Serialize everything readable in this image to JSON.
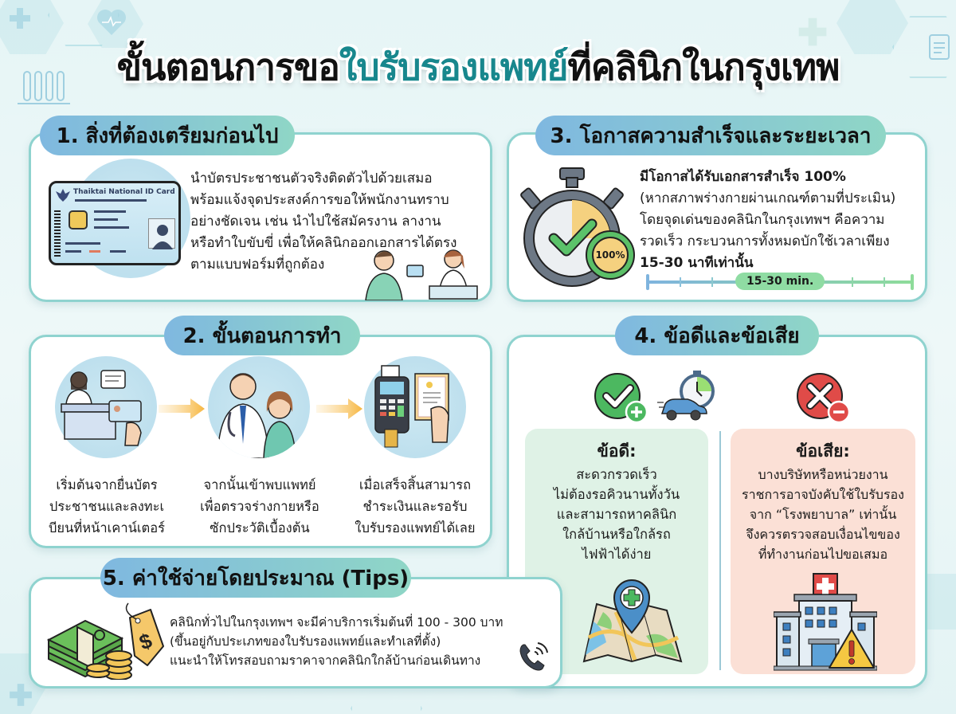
{
  "header": {
    "title_part1": "ขั้นตอนการขอ",
    "title_accent": "ใบรับรองแพทย์",
    "title_part2": "ที่คลินิกในกรุงเทพ"
  },
  "sections": {
    "prepare": {
      "heading": "1. สิ่งที่ต้องเตรียมก่อนไป",
      "card_label": "Thaiktai National ID Card",
      "lines": [
        "นำบัตรประชาชนตัวจริงติดตัวไปด้วยเสมอ",
        "พร้อมแจ้งจุดประสงค์การขอให้พนักงานทราบ",
        "อย่างชัดเจน เช่น นำไปใช้สมัครงาน ลางาน",
        "หรือทำใบขับขี่ เพื่อให้คลินิกออกเอกสารได้ตรง",
        "ตามแบบฟอร์มที่ถูกต้อง"
      ]
    },
    "steps": {
      "heading": "2. ขั้นตอนการทำ",
      "items": [
        {
          "lines": [
            "เริ่มต้นจากยื่นบัตร",
            "ประชาชนและลงทะเ",
            "บียนที่หน้าเคาน์เตอร์"
          ]
        },
        {
          "lines": [
            "จากนั้นเข้าพบแพทย์",
            "เพื่อตรวจร่างกายหรือ",
            "ซักประวัติเบื้องต้น"
          ]
        },
        {
          "lines": [
            "เมื่อเสร็จสิ้นสามารถ",
            "ชำระเงินและรอรับ",
            "ใบรับรองแพทย์ได้เลย"
          ]
        }
      ]
    },
    "success": {
      "heading": "3. โอกาสความสำเร็จและระยะเวลา",
      "badge": "100%",
      "lines": [
        "มีโอกาสได้รับเอกสารสำเร็จ 100%",
        "(หากสภาพร่างกายผ่านเกณฑ์ตามที่ประเมิน)",
        "โดยจุดเด่นของคลินิกในกรุงเทพฯ คือความ",
        "รวดเร็ว กระบวนการทั้งหมดบักใช้เวลาเพียง",
        "15-30 นาทีเท่านั้น"
      ],
      "timeline_label": "15-30 min."
    },
    "pros_cons": {
      "heading": "4. ข้อดีและข้อเสีย",
      "pros": {
        "title": "ข้อดี:",
        "lines": [
          "สะดวกรวดเร็ว",
          "ไม่ต้องรอคิวนานทั้งวัน",
          "และสามารถหาคลินิก",
          "ใกล้บ้านหรือใกล้รถ",
          "ไฟฟ้าได้ง่าย"
        ]
      },
      "cons": {
        "title": "ข้อเสีย:",
        "lines": [
          "บางบริษัทหรือหน่วยงาน",
          "ราชการอาจบังคับใช้ใบรับรอง",
          "จาก “โรงพยาบาล” เท่านั้น",
          "จึงควรตรวจสอบเงื่อนไขของ",
          "ที่ทำงานก่อนไปขอเสมอ"
        ]
      }
    },
    "cost": {
      "heading": "5. ค่าใช้จ่ายโดยประมาณ (Tips)",
      "lines": [
        "คลินิกทั่วไปในกรุงเทพฯ จะมีค่าบริการเริ่มต้นที่ 100 - 300 บาท",
        "(ขึ้นอยู่กับประเภทของใบรับรองแพทย์และทำเลที่ตั้ง)",
        "แนะนำให้โทรสอบถามราคาจากคลินิกใกล้บ้านก่อนเดินทาง"
      ]
    }
  },
  "colors": {
    "accent_teal": "#18878d",
    "card_border": "#8fd3cf",
    "pill_start": "#7fb8e0",
    "pill_end": "#8fd6c6",
    "pros_bg": "#dff2e6",
    "cons_bg": "#fbe0d6",
    "check_green": "#4cb860",
    "cross_red": "#e04b48"
  }
}
